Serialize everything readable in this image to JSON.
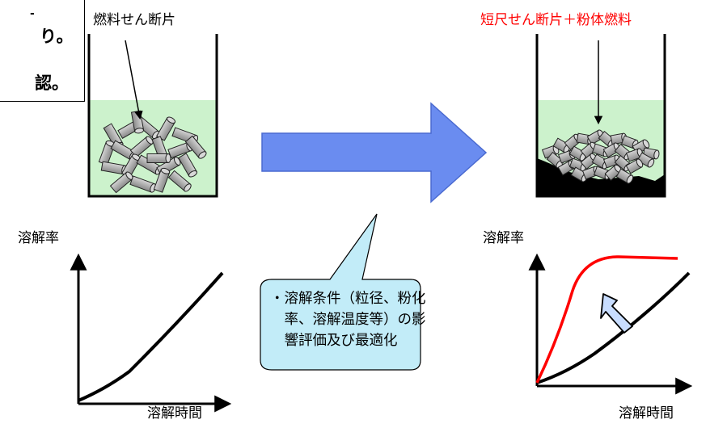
{
  "note": {
    "line1": "り。",
    "line2": "認。"
  },
  "left": {
    "title": "燃料せん断片",
    "y_axis": "溶解率",
    "x_axis": "溶解時間"
  },
  "right": {
    "title": "短尺せん断片＋粉体燃料",
    "y_axis": "溶解率",
    "x_axis": "溶解時間"
  },
  "bubble": {
    "line1": "・溶解条件（粒径、粉化",
    "line2": "　率、溶解温度等）の影",
    "line3": "　響評価及び最適化"
  },
  "colors": {
    "liquid": "#ccf2cc",
    "arrow": "#6a8cf0",
    "bubble": "#c2ecf8",
    "accent_red": "#ff0000",
    "pellet": "#a6a6a6"
  }
}
